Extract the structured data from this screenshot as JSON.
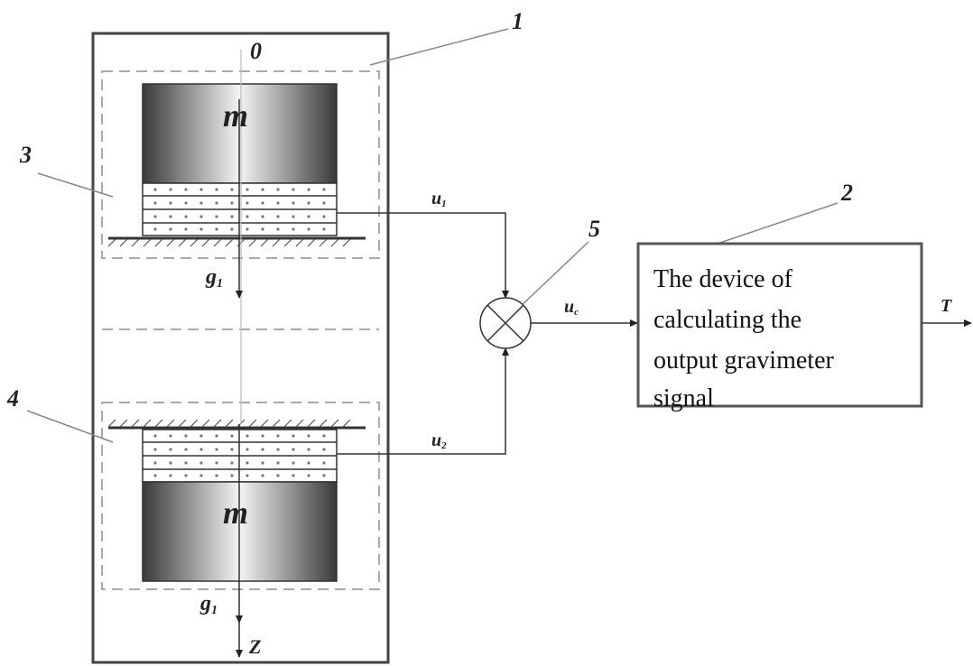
{
  "diagram": {
    "labels": {
      "origin": "0",
      "housing": "1",
      "calc_device": "2",
      "sensor_top": "3",
      "sensor_bottom": "4",
      "mixer": "5"
    },
    "mass_top": "m",
    "mass_bottom": "m",
    "gravity_top": "g",
    "gravity_top_sub": "1",
    "gravity_bottom": "g",
    "gravity_bottom_sub": "1",
    "axis_label": "Z",
    "signals": {
      "u1": "u",
      "u1_sub": "1",
      "u2": "u",
      "u2_sub": "2",
      "uc": "u",
      "uc_sub": "c",
      "output": "T"
    },
    "device_text": [
      "The device of",
      "calculating the",
      "output gravimeter",
      "signal"
    ]
  }
}
